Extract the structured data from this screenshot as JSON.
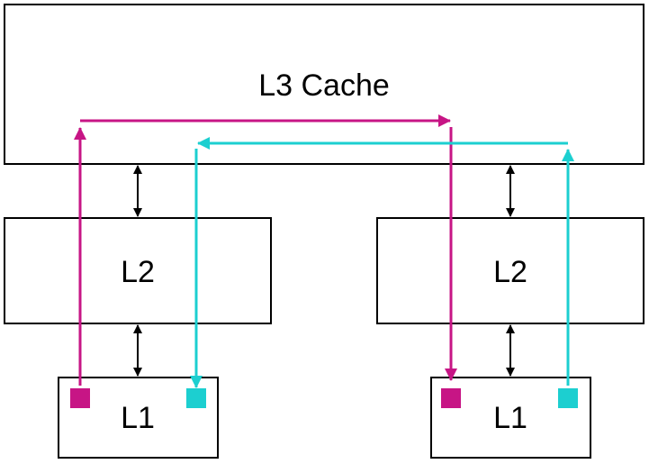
{
  "labels": {
    "l3": "L3 Cache",
    "l2_left": "L2",
    "l2_right": "L2",
    "l1_left": "L1",
    "l1_right": "L1"
  },
  "colors": {
    "magenta": "#c71585",
    "cyan": "#1ccfd0",
    "stroke": "#000000",
    "background": "#ffffff"
  }
}
